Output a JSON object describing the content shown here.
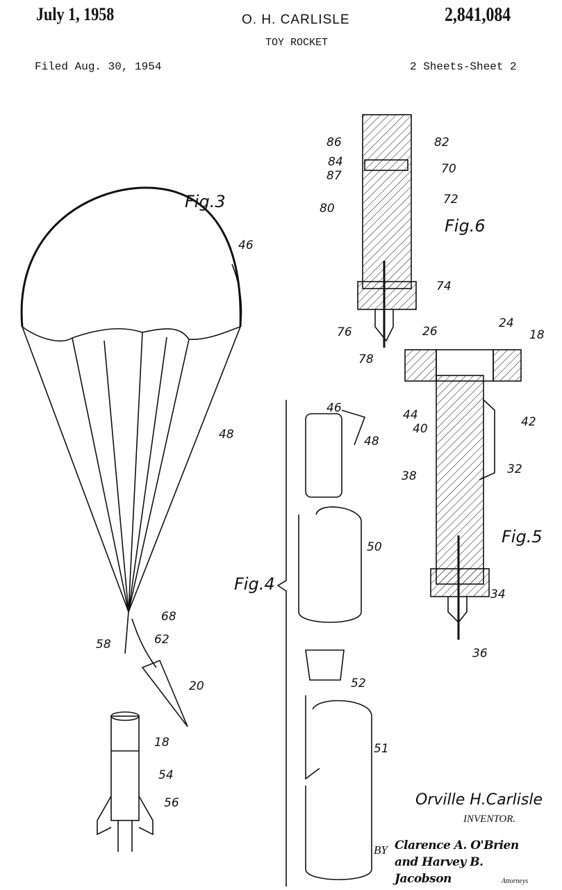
{
  "header": {
    "date": "July 1, 1958",
    "inventor": "O. H. CARLISLE",
    "patent_number": "2,841,084",
    "title": "TOY ROCKET",
    "filed": "Filed Aug. 30, 1954",
    "sheets": "2 Sheets-Sheet 2"
  },
  "figures": {
    "fig3": {
      "label": "Fig.3",
      "refs": [
        "46",
        "48",
        "68",
        "58",
        "62",
        "20",
        "18",
        "54",
        "56"
      ]
    },
    "fig4": {
      "label": "Fig.4",
      "refs": [
        "46",
        "48",
        "50",
        "52",
        "51"
      ]
    },
    "fig5": {
      "label": "Fig.5",
      "refs": [
        "26",
        "24",
        "18",
        "44",
        "40",
        "42",
        "38",
        "32",
        "34",
        "36"
      ]
    },
    "fig6": {
      "label": "Fig.6",
      "refs": [
        "86",
        "82",
        "84",
        "87",
        "70",
        "80",
        "72",
        "74",
        "76",
        "78"
      ]
    }
  },
  "signature": {
    "inventor_name": "Orville H.Carlisle",
    "inventor_label": "INVENTOR.",
    "by": "BY",
    "attorney_signatures": "Clarence A. O'Brien and Harvey B. Jacobson",
    "attorneys_label": "Attorneys"
  }
}
